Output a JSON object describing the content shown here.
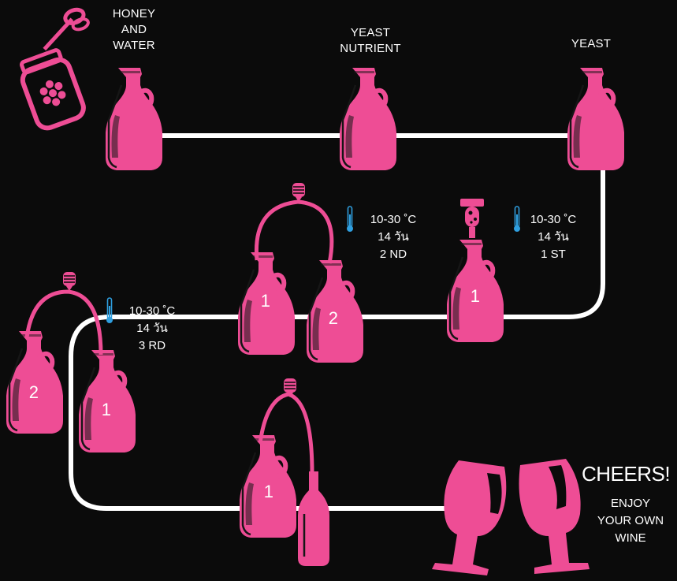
{
  "steps": {
    "honey_water": [
      "HONEY",
      "AND",
      "WATER"
    ],
    "yeast_nutrient": [
      "YEAST",
      "NUTRIENT"
    ],
    "yeast": [
      "YEAST"
    ]
  },
  "stages": [
    {
      "temp": "10-30 ˚C",
      "days": "14 วัน",
      "order": "1 ST"
    },
    {
      "temp": "10-30 ˚C",
      "days": "14 วัน",
      "order": "2 ND"
    },
    {
      "temp": "10-30 ˚C",
      "days": "14 วัน",
      "order": "3 RD"
    }
  ],
  "jug_numbers": {
    "stage1_jug": "1",
    "stage2_src": "1",
    "stage2_dst": "2",
    "stage3_src": "2",
    "stage3_dst": "1",
    "bottling_jug": "1"
  },
  "finale": {
    "title": "CHEERS!",
    "subtitle": [
      "ENJOY",
      "YOUR OWN",
      "WINE"
    ]
  },
  "colors": {
    "background": "#0b0b0b",
    "accent_pink": "#ee4d95",
    "path_white": "#ffffff",
    "thermometer_blue": "#2f9fe0",
    "shadow": "#161616"
  }
}
